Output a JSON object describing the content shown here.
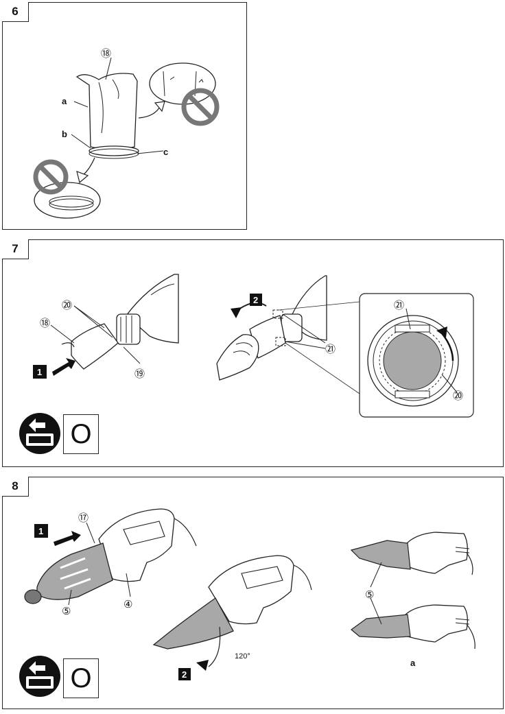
{
  "section6": {
    "number": "6",
    "labels": {
      "part18": "⑱",
      "a": "a",
      "b": "b",
      "c": "c"
    }
  },
  "section7": {
    "number": "7",
    "steps": {
      "step1": "1",
      "step2": "2"
    },
    "labels": {
      "part20": "⑳",
      "part18": "⑱",
      "part19": "⑲",
      "part21": "㉑",
      "part21b": "㉑",
      "part20b": "⑳"
    },
    "tool_symbol": "O"
  },
  "section8": {
    "number": "8",
    "steps": {
      "step1": "1",
      "step2": "2"
    },
    "labels": {
      "part17": "⑰",
      "part4": "④",
      "part5": "⑤",
      "part5b": "⑤",
      "angle": "120°",
      "a": "a"
    },
    "tool_symbol": "O"
  },
  "icons": [
    "prohibited-icon",
    "battery-removal-icon",
    "curved-arrow-icon"
  ],
  "colors": {
    "line": "#222222",
    "shade": "#a8a8a8",
    "prohibit": "#777777"
  }
}
